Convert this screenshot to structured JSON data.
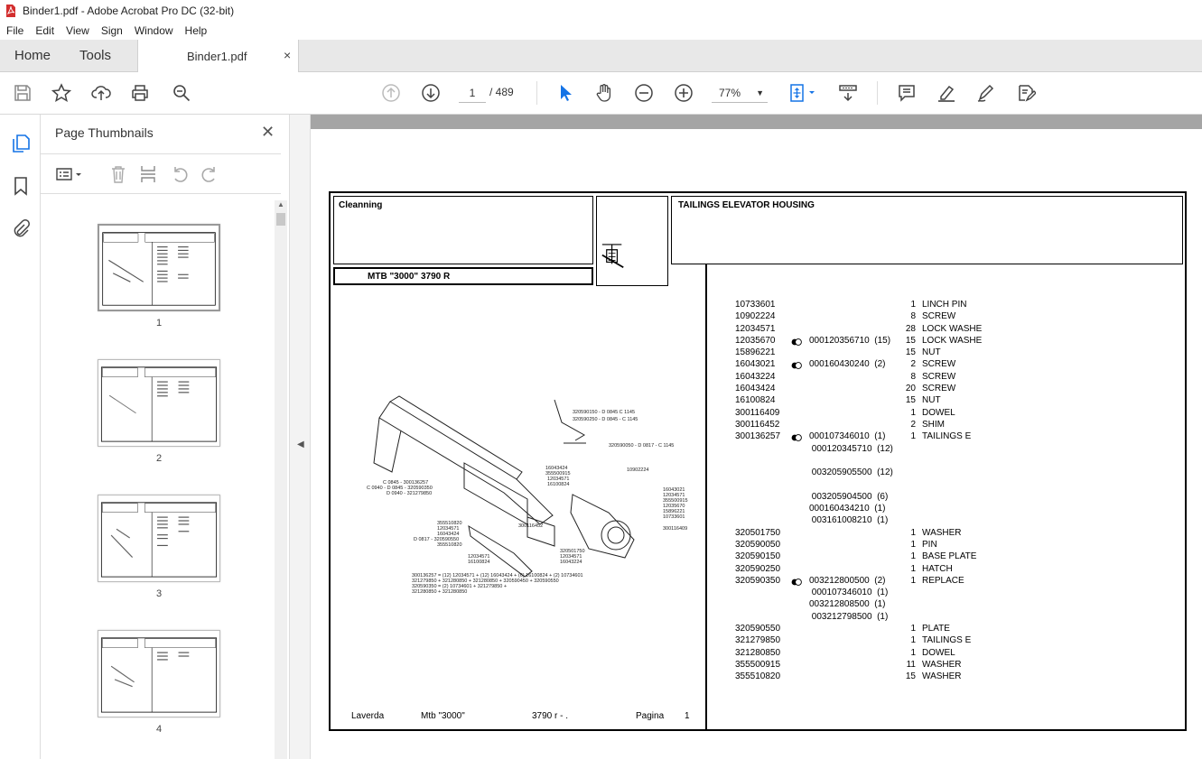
{
  "window": {
    "title": "Binder1.pdf - Adobe Acrobat Pro DC (32-bit)"
  },
  "menu": [
    "File",
    "Edit",
    "View",
    "Sign",
    "Window",
    "Help"
  ],
  "tabs": {
    "home": "Home",
    "tools": "Tools",
    "doc": "Binder1.pdf",
    "close": "×"
  },
  "toolbar": {
    "page_current": "1",
    "page_total": "/  489",
    "zoom": "77%"
  },
  "panel": {
    "title": "Page Thumbnails",
    "close": "✕",
    "thumbnails": [
      {
        "num": "1"
      },
      {
        "num": "2"
      },
      {
        "num": "3"
      },
      {
        "num": "4"
      }
    ]
  },
  "document": {
    "section": "Cleanning",
    "title": "TAILINGS ELEVATOR HOUSING",
    "model": "MTB \"3000\"  3790 R",
    "parts": [
      {
        "code": "10733601",
        "ref": "",
        "qty": "1",
        "desc": "LINCH PIN"
      },
      {
        "code": "10902224",
        "ref": "",
        "qty": "8",
        "desc": "SCREW"
      },
      {
        "code": "12034571",
        "ref": "",
        "qty": "28",
        "desc": "LOCK WASHE"
      },
      {
        "code": "12035670",
        "ref": "000120356710  (15)",
        "qty": "15",
        "desc": "LOCK WASHE",
        "mark": true
      },
      {
        "code": "15896221",
        "ref": "",
        "qty": "15",
        "desc": "NUT"
      },
      {
        "code": "16043021",
        "ref": "000160430240  (2)",
        "qty": "2",
        "desc": "SCREW",
        "mark": true
      },
      {
        "code": "16043224",
        "ref": "",
        "qty": "8",
        "desc": "SCREW"
      },
      {
        "code": "16043424",
        "ref": "",
        "qty": "20",
        "desc": "SCREW"
      },
      {
        "code": "16100824",
        "ref": "",
        "qty": "15",
        "desc": "NUT"
      },
      {
        "code": "300116409",
        "ref": "",
        "qty": "1",
        "desc": "DOWEL"
      },
      {
        "code": "300116452",
        "ref": "",
        "qty": "2",
        "desc": "SHIM"
      },
      {
        "code": "300136257",
        "ref": "000107346010  (1)",
        "qty": "1",
        "desc": "TAILINGS E",
        "mark": true
      },
      {
        "code": "",
        "ref": " 000120345710  (12)",
        "qty": "",
        "desc": ""
      },
      {
        "code": "",
        "ref": "",
        "qty": "",
        "desc": ""
      },
      {
        "code": "",
        "ref": " 003205905500  (12)",
        "qty": "",
        "desc": ""
      },
      {
        "code": "",
        "ref": "",
        "qty": "",
        "desc": ""
      },
      {
        "code": "",
        "ref": " 003205904500  (6)",
        "qty": "",
        "desc": ""
      },
      {
        "code": "",
        "ref": "000160434210  (1)",
        "qty": "",
        "desc": ""
      },
      {
        "code": "",
        "ref": " 003161008210  (1)",
        "qty": "",
        "desc": ""
      },
      {
        "code": "320501750",
        "ref": "",
        "qty": "1",
        "desc": "WASHER"
      },
      {
        "code": "320590050",
        "ref": "",
        "qty": "1",
        "desc": "PIN"
      },
      {
        "code": "320590150",
        "ref": "",
        "qty": "1",
        "desc": "BASE PLATE"
      },
      {
        "code": "320590250",
        "ref": "",
        "qty": "1",
        "desc": "HATCH"
      },
      {
        "code": "320590350",
        "ref": "003212800500  (2)",
        "qty": "1",
        "desc": "REPLACE",
        "mark": true
      },
      {
        "code": "",
        "ref": " 000107346010  (1)",
        "qty": "",
        "desc": ""
      },
      {
        "code": "",
        "ref": "003212808500  (1)",
        "qty": "",
        "desc": ""
      },
      {
        "code": "",
        "ref": " 003212798500  (1)",
        "qty": "",
        "desc": ""
      },
      {
        "code": "320590550",
        "ref": "",
        "qty": "1",
        "desc": "PLATE"
      },
      {
        "code": "321279850",
        "ref": "",
        "qty": "1",
        "desc": "TAILINGS E"
      },
      {
        "code": "321280850",
        "ref": "",
        "qty": "1",
        "desc": "DOWEL"
      },
      {
        "code": "355500915",
        "ref": "",
        "qty": "11",
        "desc": "WASHER"
      },
      {
        "code": "355510820",
        "ref": "",
        "qty": "15",
        "desc": "WASHER"
      }
    ],
    "footer": {
      "brand": "Laverda",
      "model": "Mtb \"3000\"",
      "code": "3790 r - .",
      "page_label": "Pagina",
      "page_num": "1"
    }
  }
}
